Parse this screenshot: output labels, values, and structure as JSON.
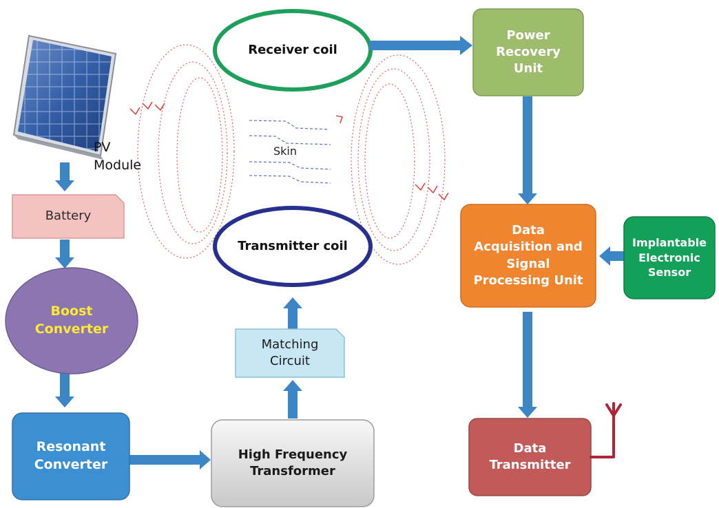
{
  "blocks": {
    "pv_module": "PV\nModule",
    "battery": "Battery",
    "boost_converter": "Boost\nConverter",
    "resonant_converter": "Resonant\nConverter",
    "hf_transformer": "High Frequency\nTransformer",
    "matching_circuit": "Matching\nCircuit",
    "transmitter_coil": "Transmitter coil",
    "receiver_coil": "Receiver coil",
    "skin": "Skin",
    "power_recovery": "Power\nRecovery\nUnit",
    "daq_unit": "Data\nAcquisition and\nSignal\nProcessing Unit",
    "sensor": "Implantable\nElectronic\nSensor",
    "data_transmitter": "Data\nTransmitter"
  },
  "colors": {
    "arrow": "#3d86c6",
    "battery": "#f4c2c0",
    "boost": "#8b76b2",
    "boost_text": "#ffe933",
    "resonant": "#3c8fd0",
    "transformer": "#e3e3e3",
    "matching": "#c7e7f5",
    "receiver_ring": "#1ea05c",
    "transmitter_ring": "#272f8f",
    "power_recovery": "#9dbd6c",
    "daq": "#f0852f",
    "sensor": "#13a058",
    "data_tx": "#c25a5a",
    "antenna": "#b0243a",
    "field": "#e06060"
  }
}
